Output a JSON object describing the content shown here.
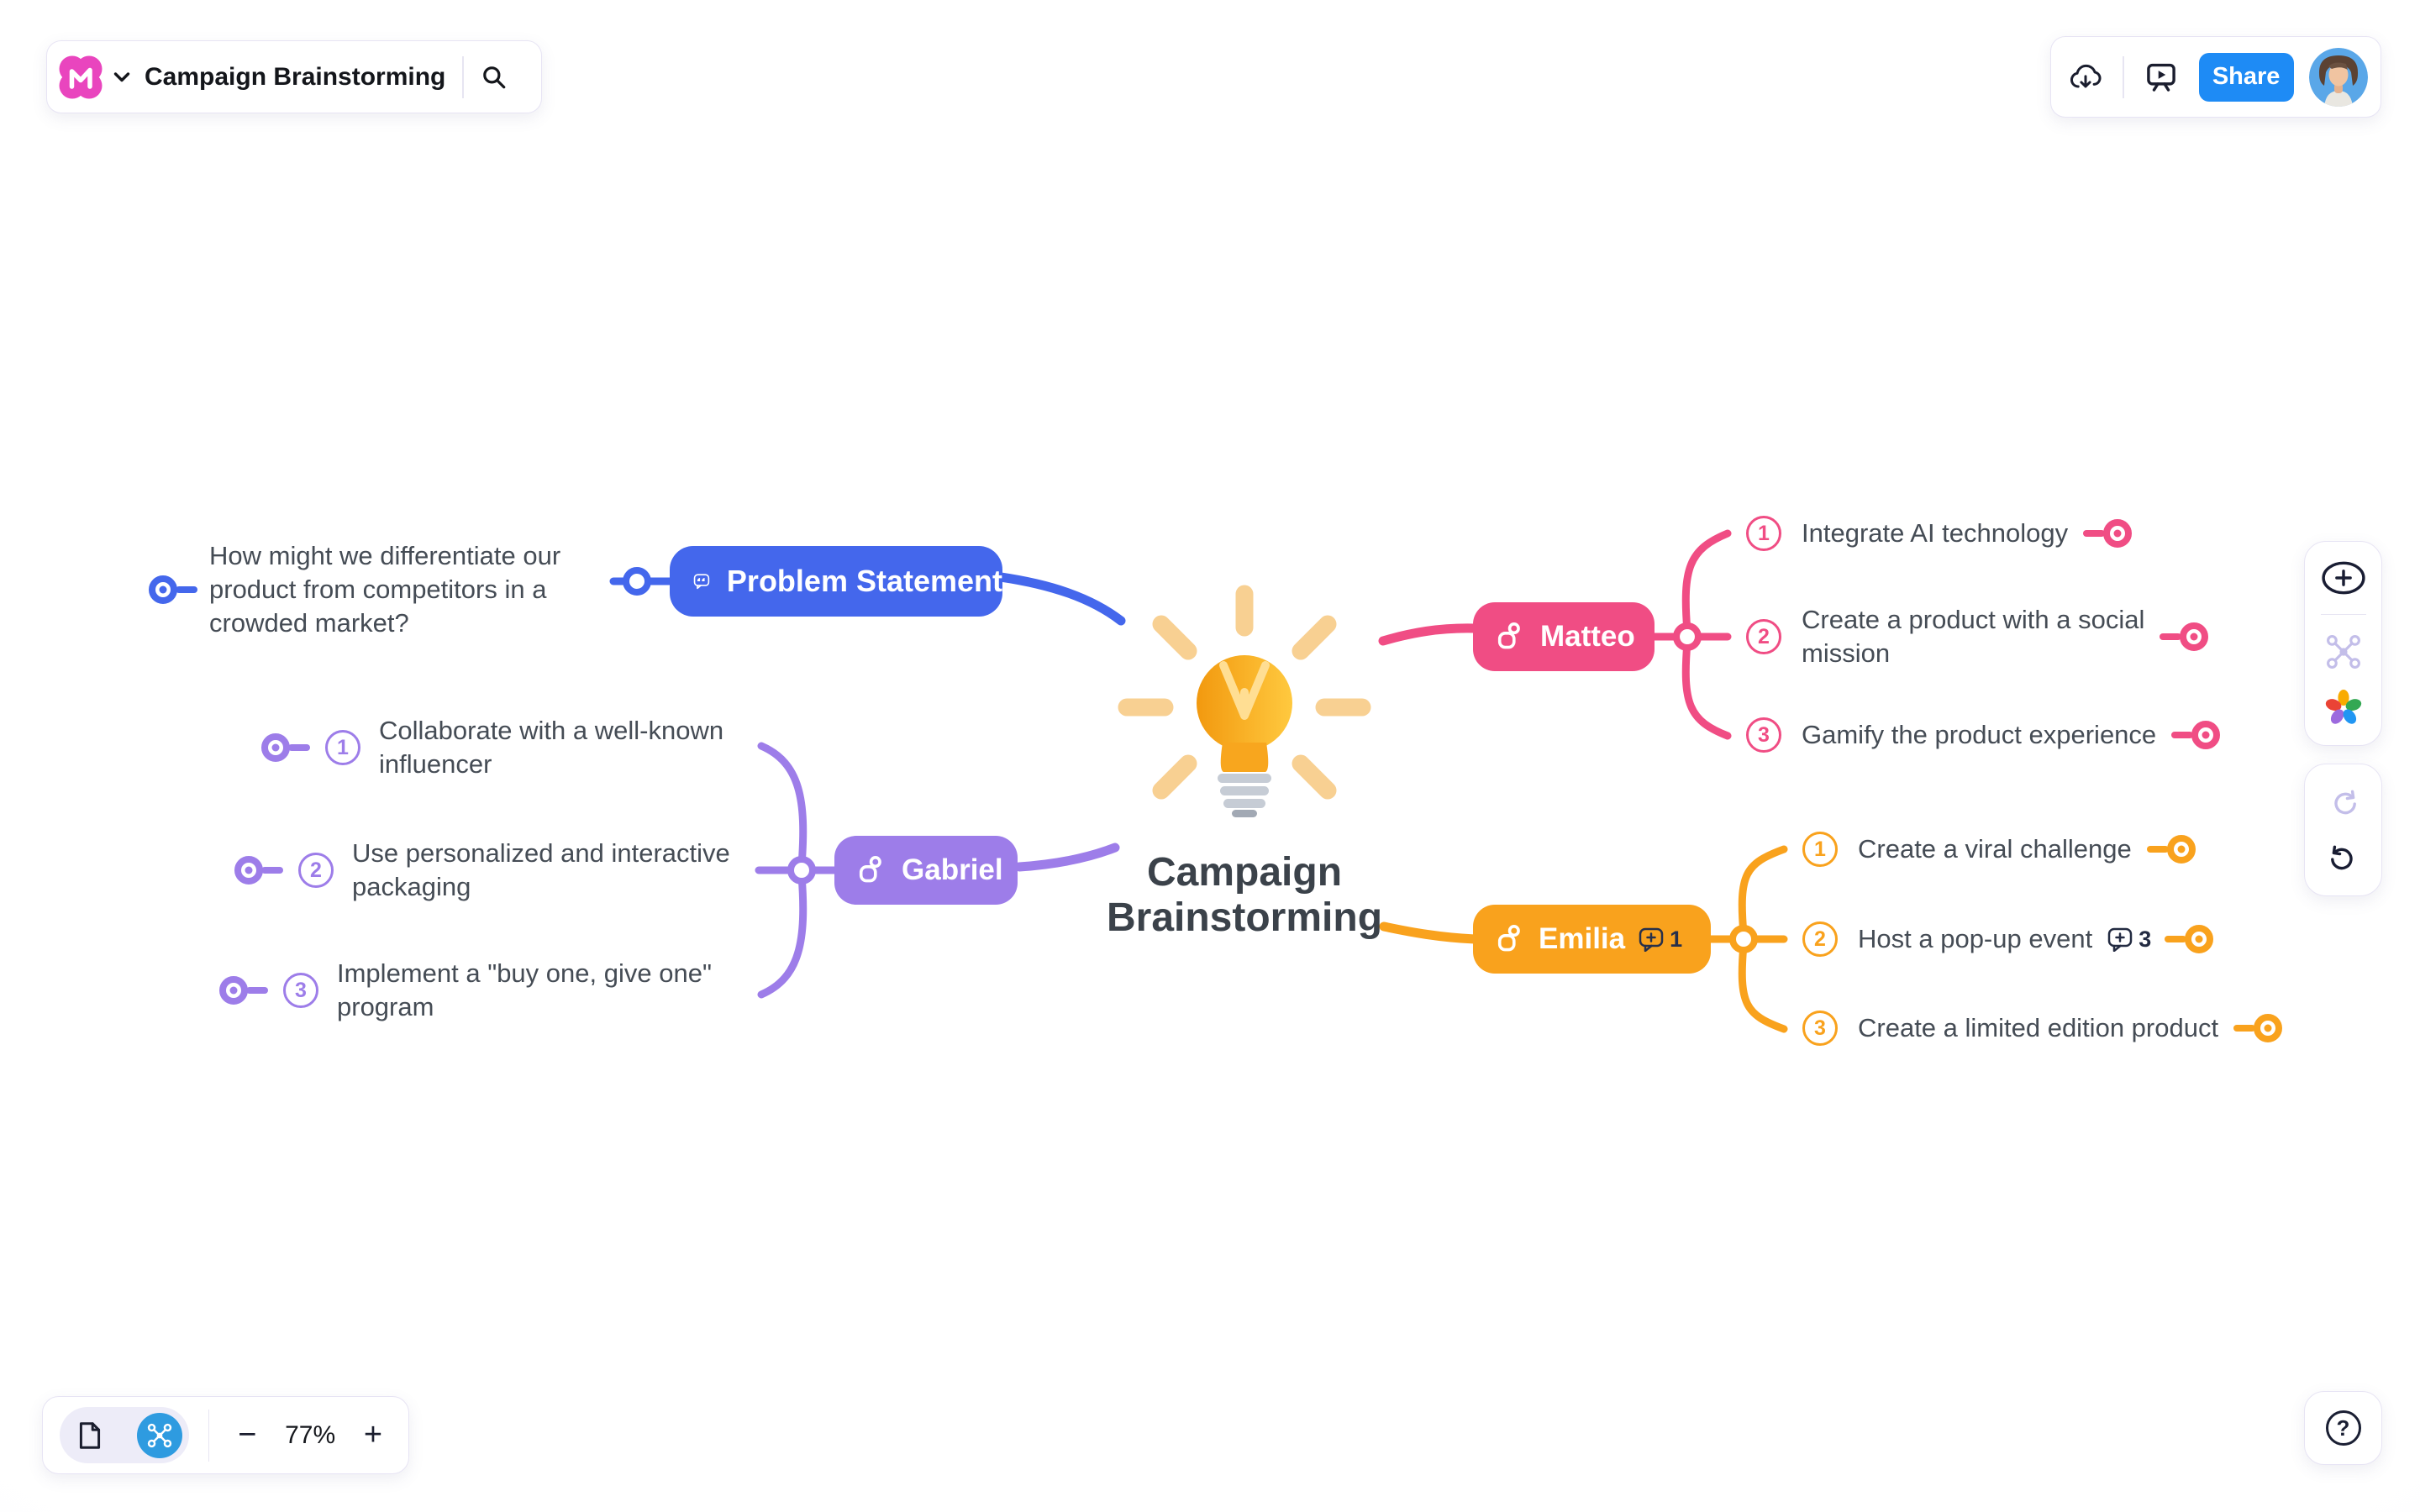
{
  "topbar": {
    "title": "Campaign Brainstorming",
    "share": "Share"
  },
  "map": {
    "central": {
      "title": "Campaign\nBrainstorming"
    },
    "problem": {
      "label": "Problem Statement",
      "color": "#4467EC",
      "children": [
        {
          "text": "How might we differentiate our\nproduct from competitors in a\ncrowded market?"
        }
      ]
    },
    "gabriel": {
      "label": "Gabriel",
      "color": "#9D7DE9",
      "children": [
        {
          "num": "1",
          "text": "Collaborate with a well-known\ninfluencer"
        },
        {
          "num": "2",
          "text": "Use personalized and interactive\npackaging"
        },
        {
          "num": "3",
          "text": "Implement a \"buy one, give one\"\nprogram"
        }
      ]
    },
    "matteo": {
      "label": "Matteo",
      "color": "#F04D84",
      "children": [
        {
          "num": "1",
          "text": "Integrate AI technology"
        },
        {
          "num": "2",
          "text": "Create a product with a social\nmission"
        },
        {
          "num": "3",
          "text": "Gamify the product experience"
        }
      ]
    },
    "emilia": {
      "label": "Emilia",
      "color": "#F9A21D",
      "comments": "1",
      "children": [
        {
          "num": "1",
          "text": "Create a viral challenge"
        },
        {
          "num": "2",
          "text": "Host a pop-up event",
          "comments": "3"
        },
        {
          "num": "3",
          "text": "Create a limited edition product"
        }
      ]
    }
  },
  "controls": {
    "zoom_level": "77%",
    "zoom_out": "−",
    "zoom_in": "+",
    "help": "?"
  },
  "colors": {
    "logo_pink": "#E945BE",
    "share_blue": "#1E8BF5",
    "toggle_blue": "#2E9BE0"
  }
}
